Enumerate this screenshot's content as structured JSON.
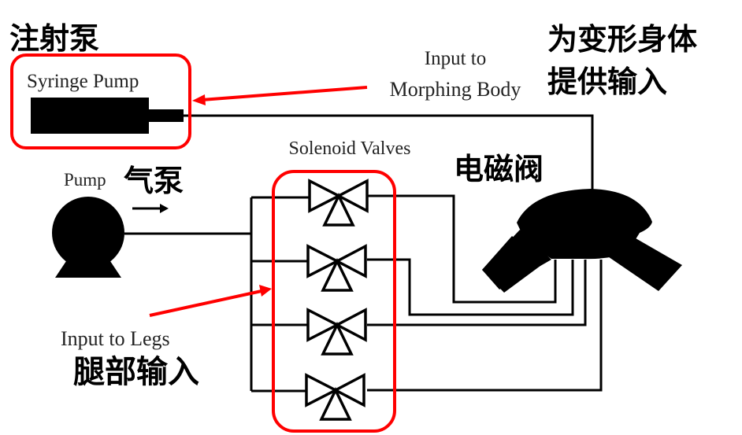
{
  "labels": {
    "syringe_pump_zh": "注射泵",
    "syringe_pump_en": "Syringe Pump",
    "morphing_input_en_line1": "Input to",
    "morphing_input_en_line2": "Morphing Body",
    "morphing_input_zh_line1": "为变形身体",
    "morphing_input_zh_line2": "提供输入",
    "pump_en": "Pump",
    "pump_zh": "气泵",
    "solenoid_valves_en": "Solenoid Valves",
    "solenoid_valves_zh": "电磁阀",
    "legs_input_en": "Input to Legs",
    "legs_input_zh": "腿部输入"
  },
  "components": {
    "syringe_pump": "syringe-pump-icon",
    "air_pump": "air-pump-icon",
    "valves": [
      "solenoid-valve-1",
      "solenoid-valve-2",
      "solenoid-valve-3",
      "solenoid-valve-4"
    ],
    "robot": "soft-robot-body-icon"
  },
  "colors": {
    "highlight": "#ff0000",
    "tubing": "#000000"
  }
}
